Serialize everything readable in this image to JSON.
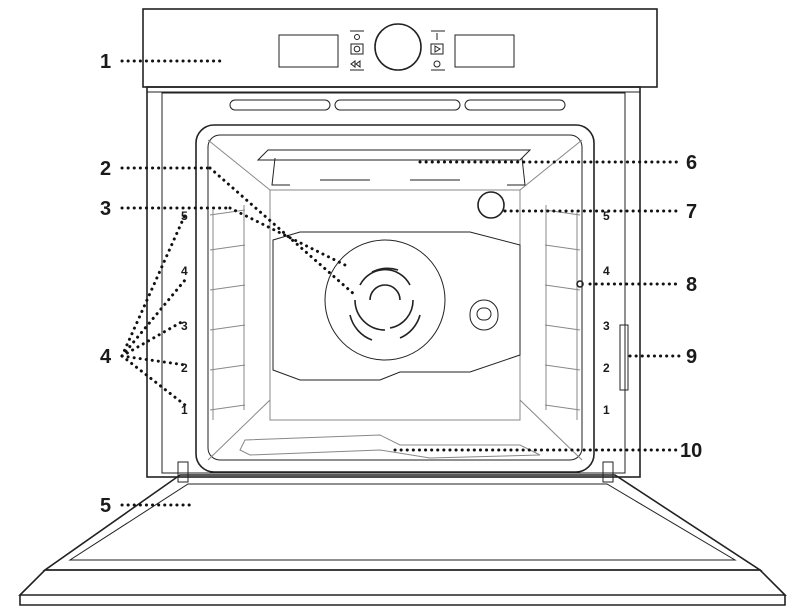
{
  "callouts": [
    {
      "label": "1"
    },
    {
      "label": "2"
    },
    {
      "label": "3"
    },
    {
      "label": "4"
    },
    {
      "label": "5"
    },
    {
      "label": "6"
    },
    {
      "label": "7"
    },
    {
      "label": "8"
    },
    {
      "label": "9"
    },
    {
      "label": "10"
    }
  ],
  "shelf_levels": [
    "1",
    "2",
    "3",
    "4",
    "5"
  ]
}
